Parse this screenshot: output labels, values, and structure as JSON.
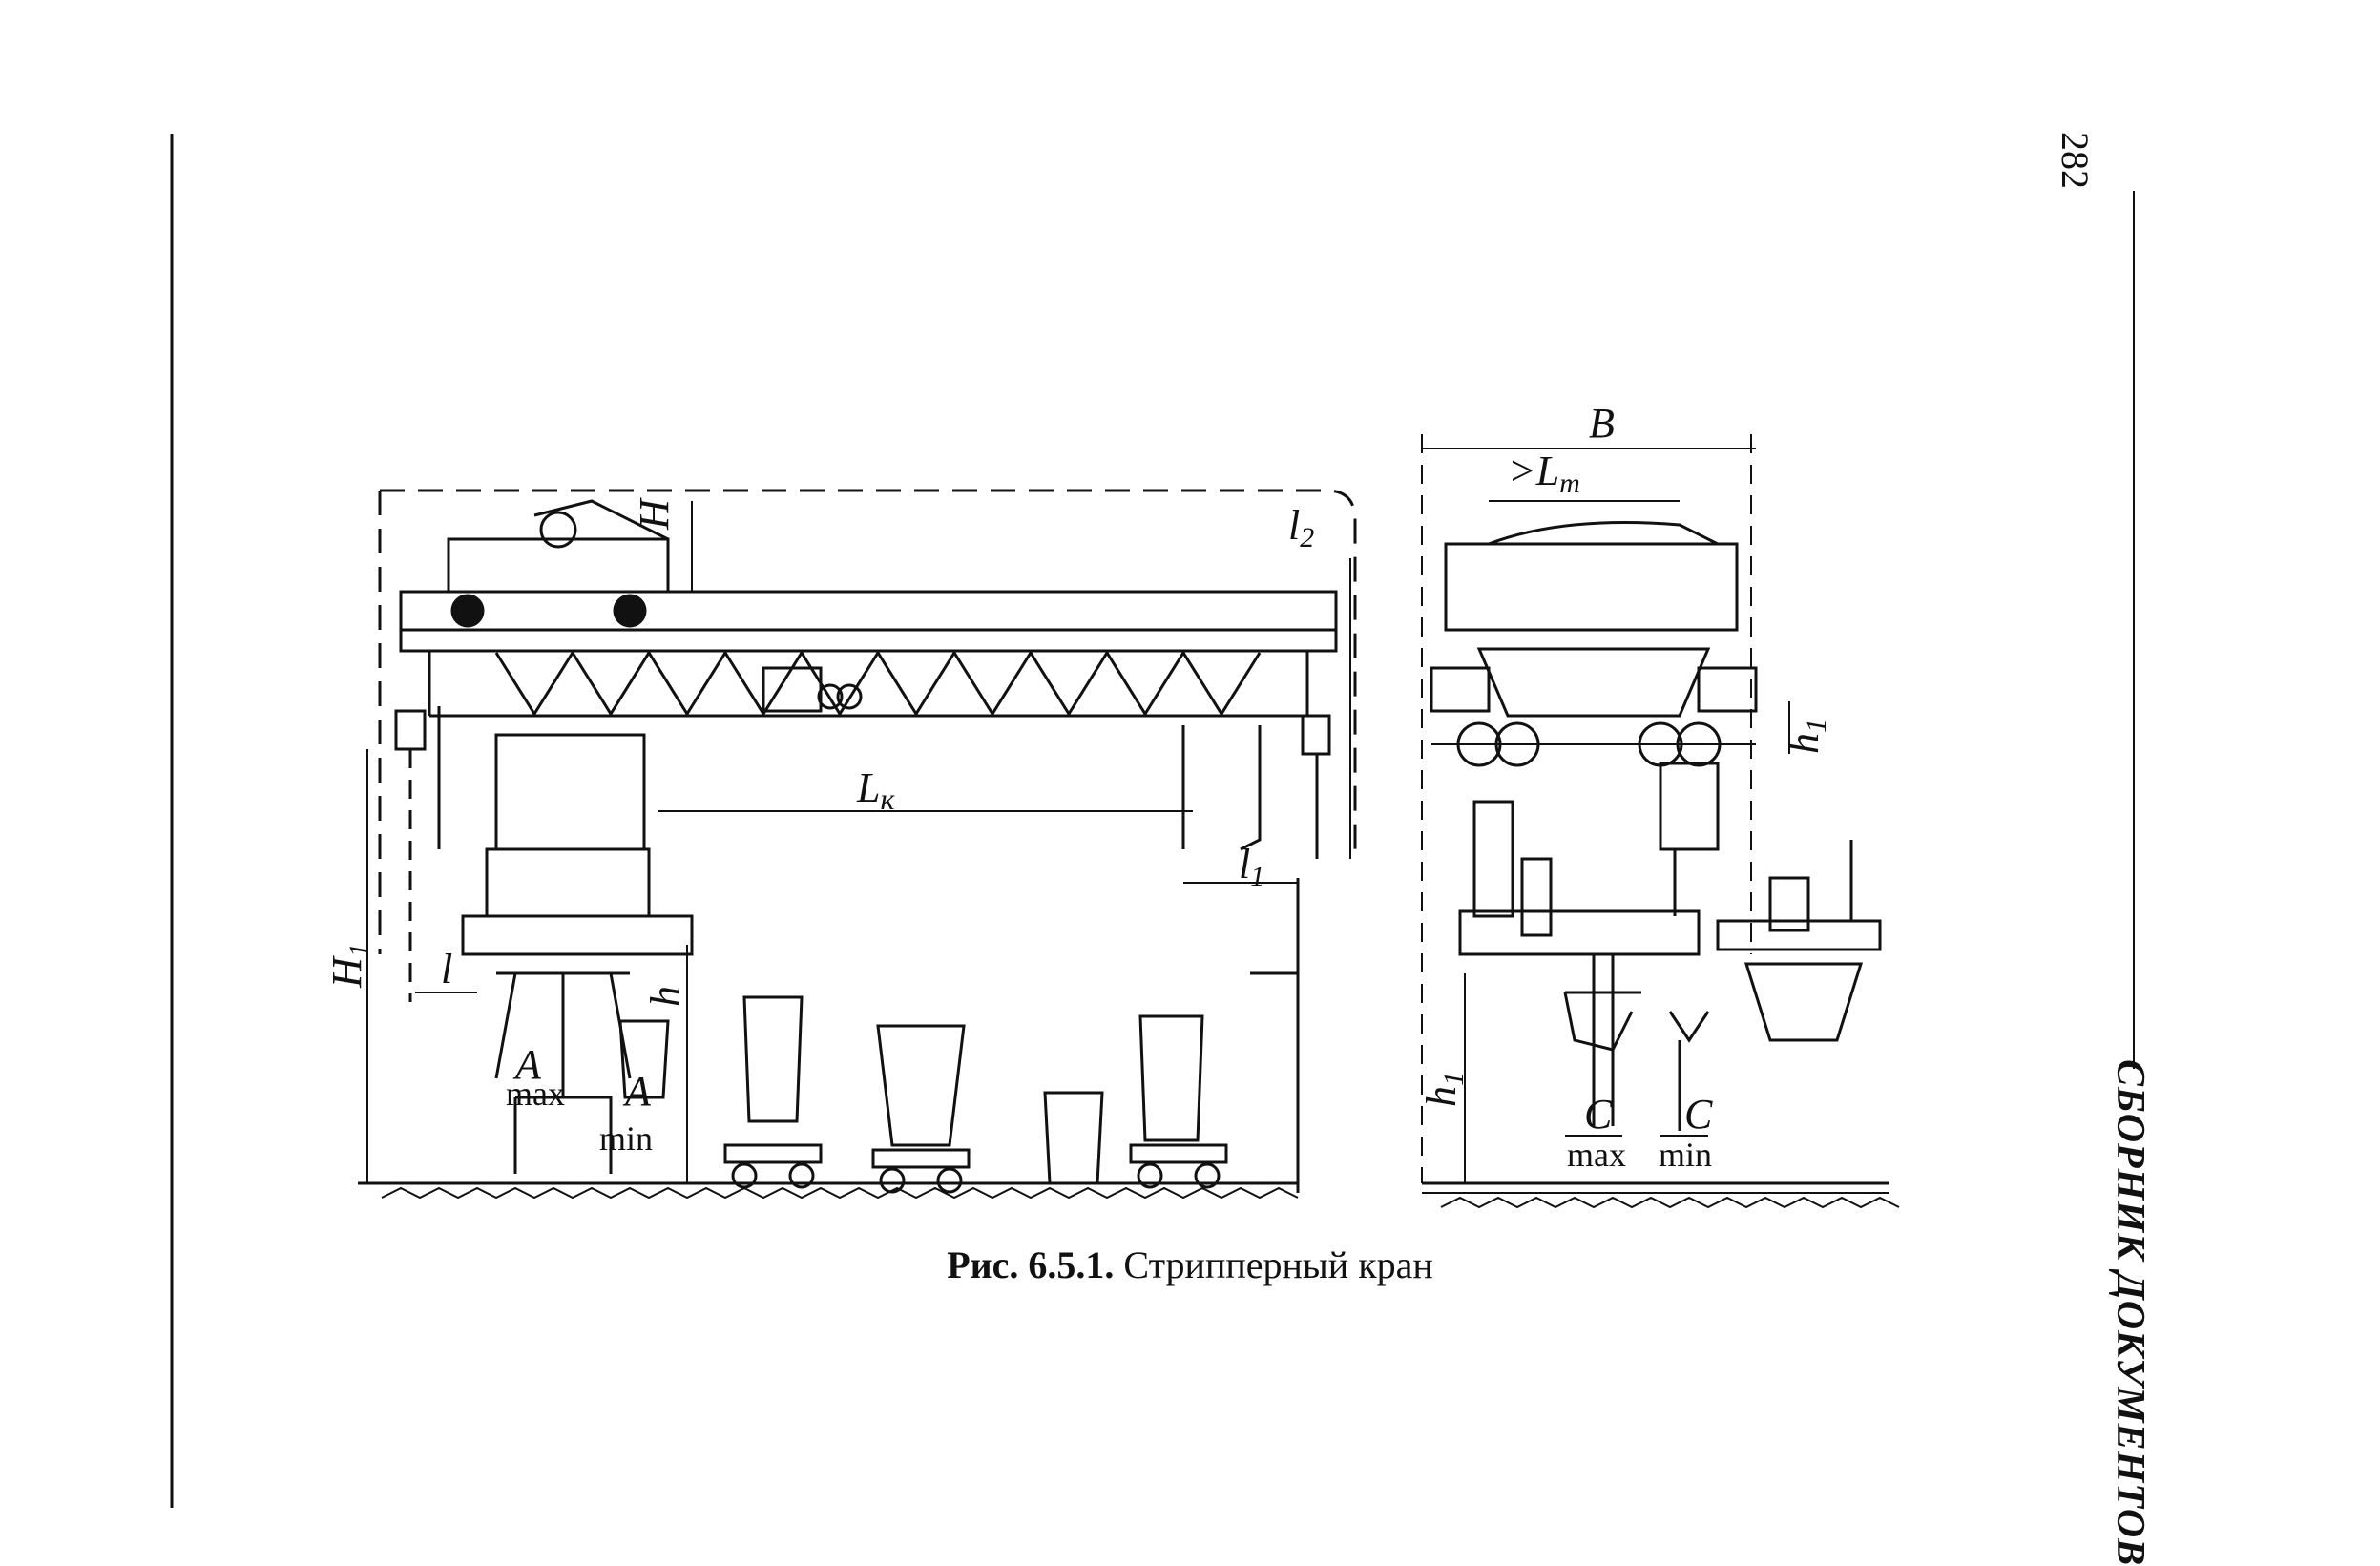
{
  "caption": {
    "number": "Рис. 6.5.1.",
    "text": "Стрипперный кран"
  },
  "page_number": "282",
  "side_title": "СБОРНИК ДОКУМЕНТОВ",
  "labels": {
    "H": "H",
    "H1": "H",
    "H1_sub": "1",
    "h": "h",
    "l": "l",
    "l1": "l",
    "l1_sub": "1",
    "l2": "l",
    "l2_sub": "2",
    "Lk": "L",
    "Lk_sub": "к",
    "A_max": "A",
    "A_max_word": "max",
    "A_min": "A",
    "A_min_word": "min",
    "B": "B",
    "Lt_prefix": ">L",
    "Lt_sub": "т",
    "h1_right": "h",
    "h1_right_sub": "1",
    "h1_bottom": "h",
    "h1_bottom_sub": "1",
    "C_max": "C",
    "C_max_word": "max",
    "C_min": "C",
    "C_min_word": "min"
  }
}
